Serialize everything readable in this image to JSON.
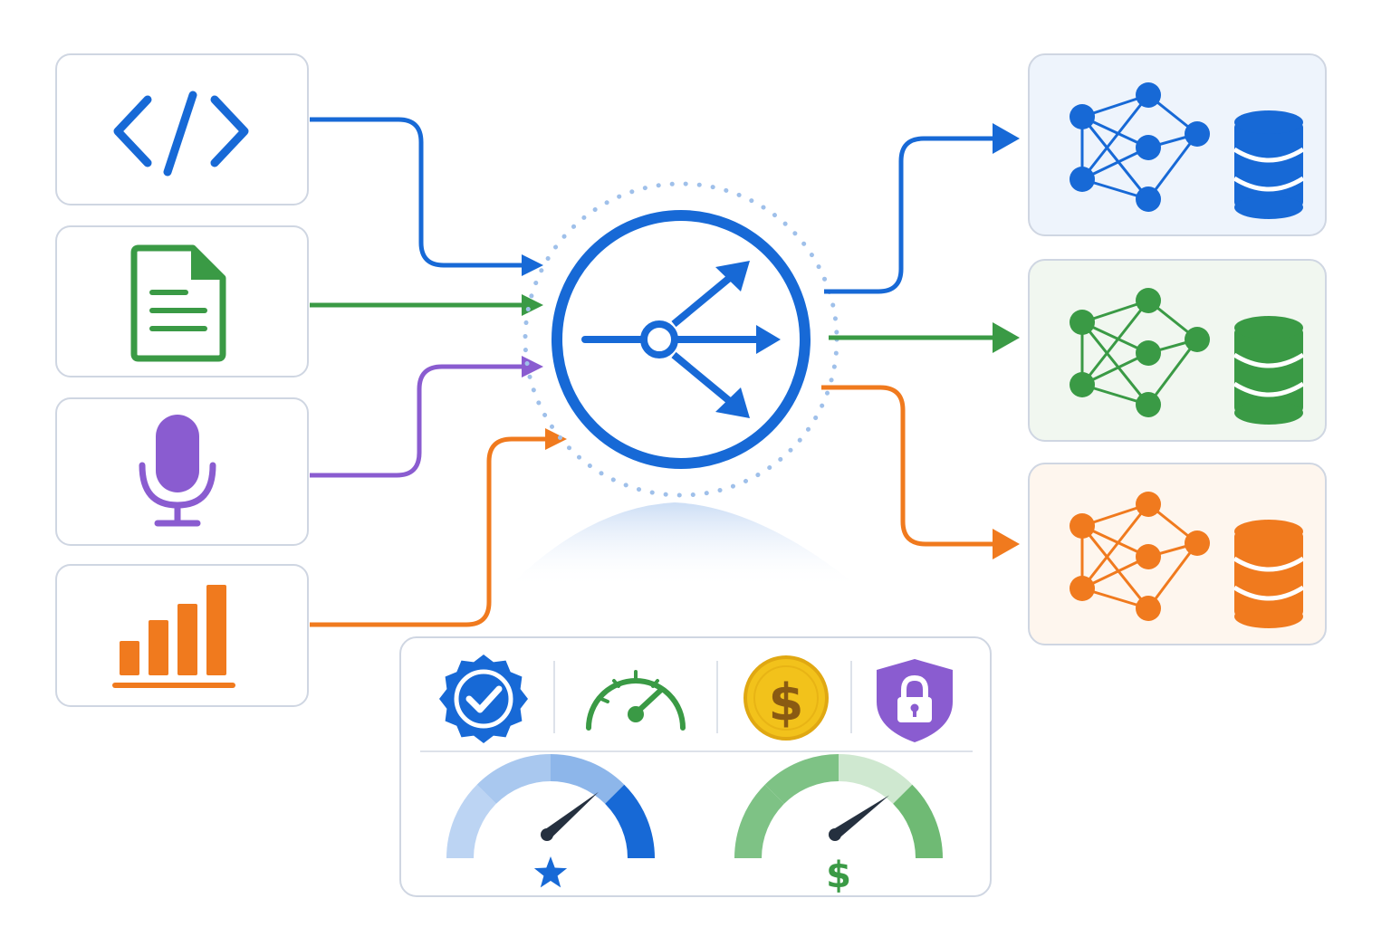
{
  "colors": {
    "blue": "#1769d6",
    "green": "#3a9a45",
    "purple": "#8a5cd0",
    "orange": "#f07a1e",
    "gold": "#f2c21b",
    "frame": "#cfd6e2"
  },
  "inputs": [
    {
      "name": "code",
      "icon": "code-icon",
      "color": "#1769d6"
    },
    {
      "name": "document",
      "icon": "document-icon",
      "color": "#3a9a45"
    },
    {
      "name": "audio",
      "icon": "microphone-icon",
      "color": "#8a5cd0"
    },
    {
      "name": "data",
      "icon": "bar-chart-icon",
      "color": "#f07a1e"
    }
  ],
  "router": {
    "icon": "router-split-icon",
    "color": "#1769d6"
  },
  "outputs": [
    {
      "name": "blue",
      "icons": [
        "neural-network-icon",
        "database-icon"
      ],
      "color": "#1769d6",
      "tint": "#eef4fc"
    },
    {
      "name": "green",
      "icons": [
        "neural-network-icon",
        "database-icon"
      ],
      "color": "#3a9a45",
      "tint": "#f1f7f0"
    },
    {
      "name": "orange",
      "icons": [
        "neural-network-icon",
        "database-icon"
      ],
      "color": "#f07a1e",
      "tint": "#fef6ee"
    }
  ],
  "criteria": {
    "icons": [
      "quality-badge-icon",
      "speedometer-icon",
      "cost-coin-icon",
      "security-shield-icon"
    ],
    "gauges": [
      {
        "name": "quality",
        "level": 0.78,
        "icon": "star-icon",
        "color": "#1769d6"
      },
      {
        "name": "cost",
        "level": 0.8,
        "icon": "dollar-icon",
        "color": "#3a9a45"
      }
    ]
  }
}
